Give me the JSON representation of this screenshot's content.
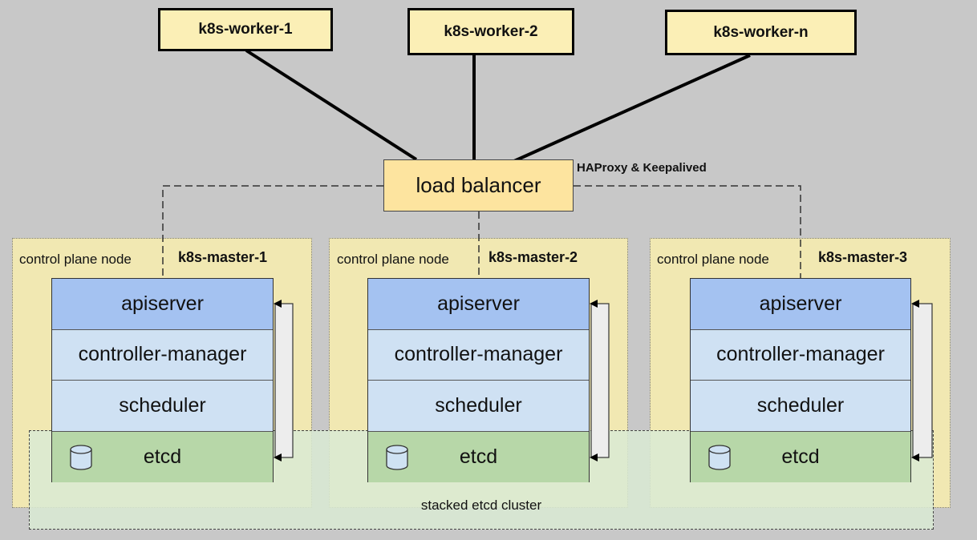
{
  "workers": [
    "k8s-worker-1",
    "k8s-worker-2",
    "k8s-worker-n"
  ],
  "load_balancer": {
    "label": "load balancer",
    "note": "HAProxy & Keepalived"
  },
  "control_plane_label": "control plane node",
  "masters": [
    {
      "name": "k8s-master-1"
    },
    {
      "name": "k8s-master-2"
    },
    {
      "name": "k8s-master-3"
    }
  ],
  "components": {
    "apiserver": "apiserver",
    "controller_manager": "controller-manager",
    "scheduler": "scheduler",
    "etcd": "etcd"
  },
  "etcd_cluster_label": "stacked etcd cluster",
  "colors": {
    "background": "#c8c8c8",
    "worker_fill": "#fbefb6",
    "load_balancer_fill": "#fde49f",
    "control_plane_fill": "#f1e8b2",
    "apiserver_fill": "#a4c2f1",
    "component_fill": "#cfe1f3",
    "etcd_fill": "#b7d7a8",
    "etcd_cluster_fill": "#d9ead3"
  }
}
